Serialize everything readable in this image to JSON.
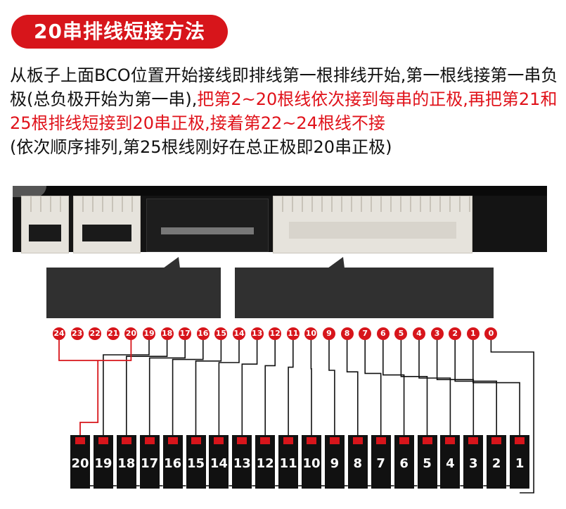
{
  "title": "20串排线短接方法",
  "description": {
    "black_1": "从板子上面BCO位置开始接线即排线第一根排线开始,第一根线接第一串负极(总负极开始为第一串),",
    "red_1": "把第2~20根线依次接到每串的正极,再把第21和25根排线短接到20串正极,接着第22~24根线不接",
    "black_2": "(依次顺序排列,第25根线刚好在总正极即20串正极)"
  },
  "pins": [
    "24",
    "23",
    "22",
    "21",
    "20",
    "19",
    "18",
    "17",
    "16",
    "15",
    "14",
    "13",
    "12",
    "11",
    "10",
    "9",
    "8",
    "7",
    "6",
    "5",
    "4",
    "3",
    "2",
    "1",
    "0"
  ],
  "cells": [
    "20",
    "19",
    "18",
    "17",
    "16",
    "15",
    "14",
    "13",
    "12",
    "11",
    "10",
    "9",
    "8",
    "7",
    "6",
    "5",
    "4",
    "3",
    "2",
    "1"
  ],
  "colors": {
    "accent": "#d7151b",
    "wire": "#111111",
    "short_wire": "#d7151b"
  }
}
